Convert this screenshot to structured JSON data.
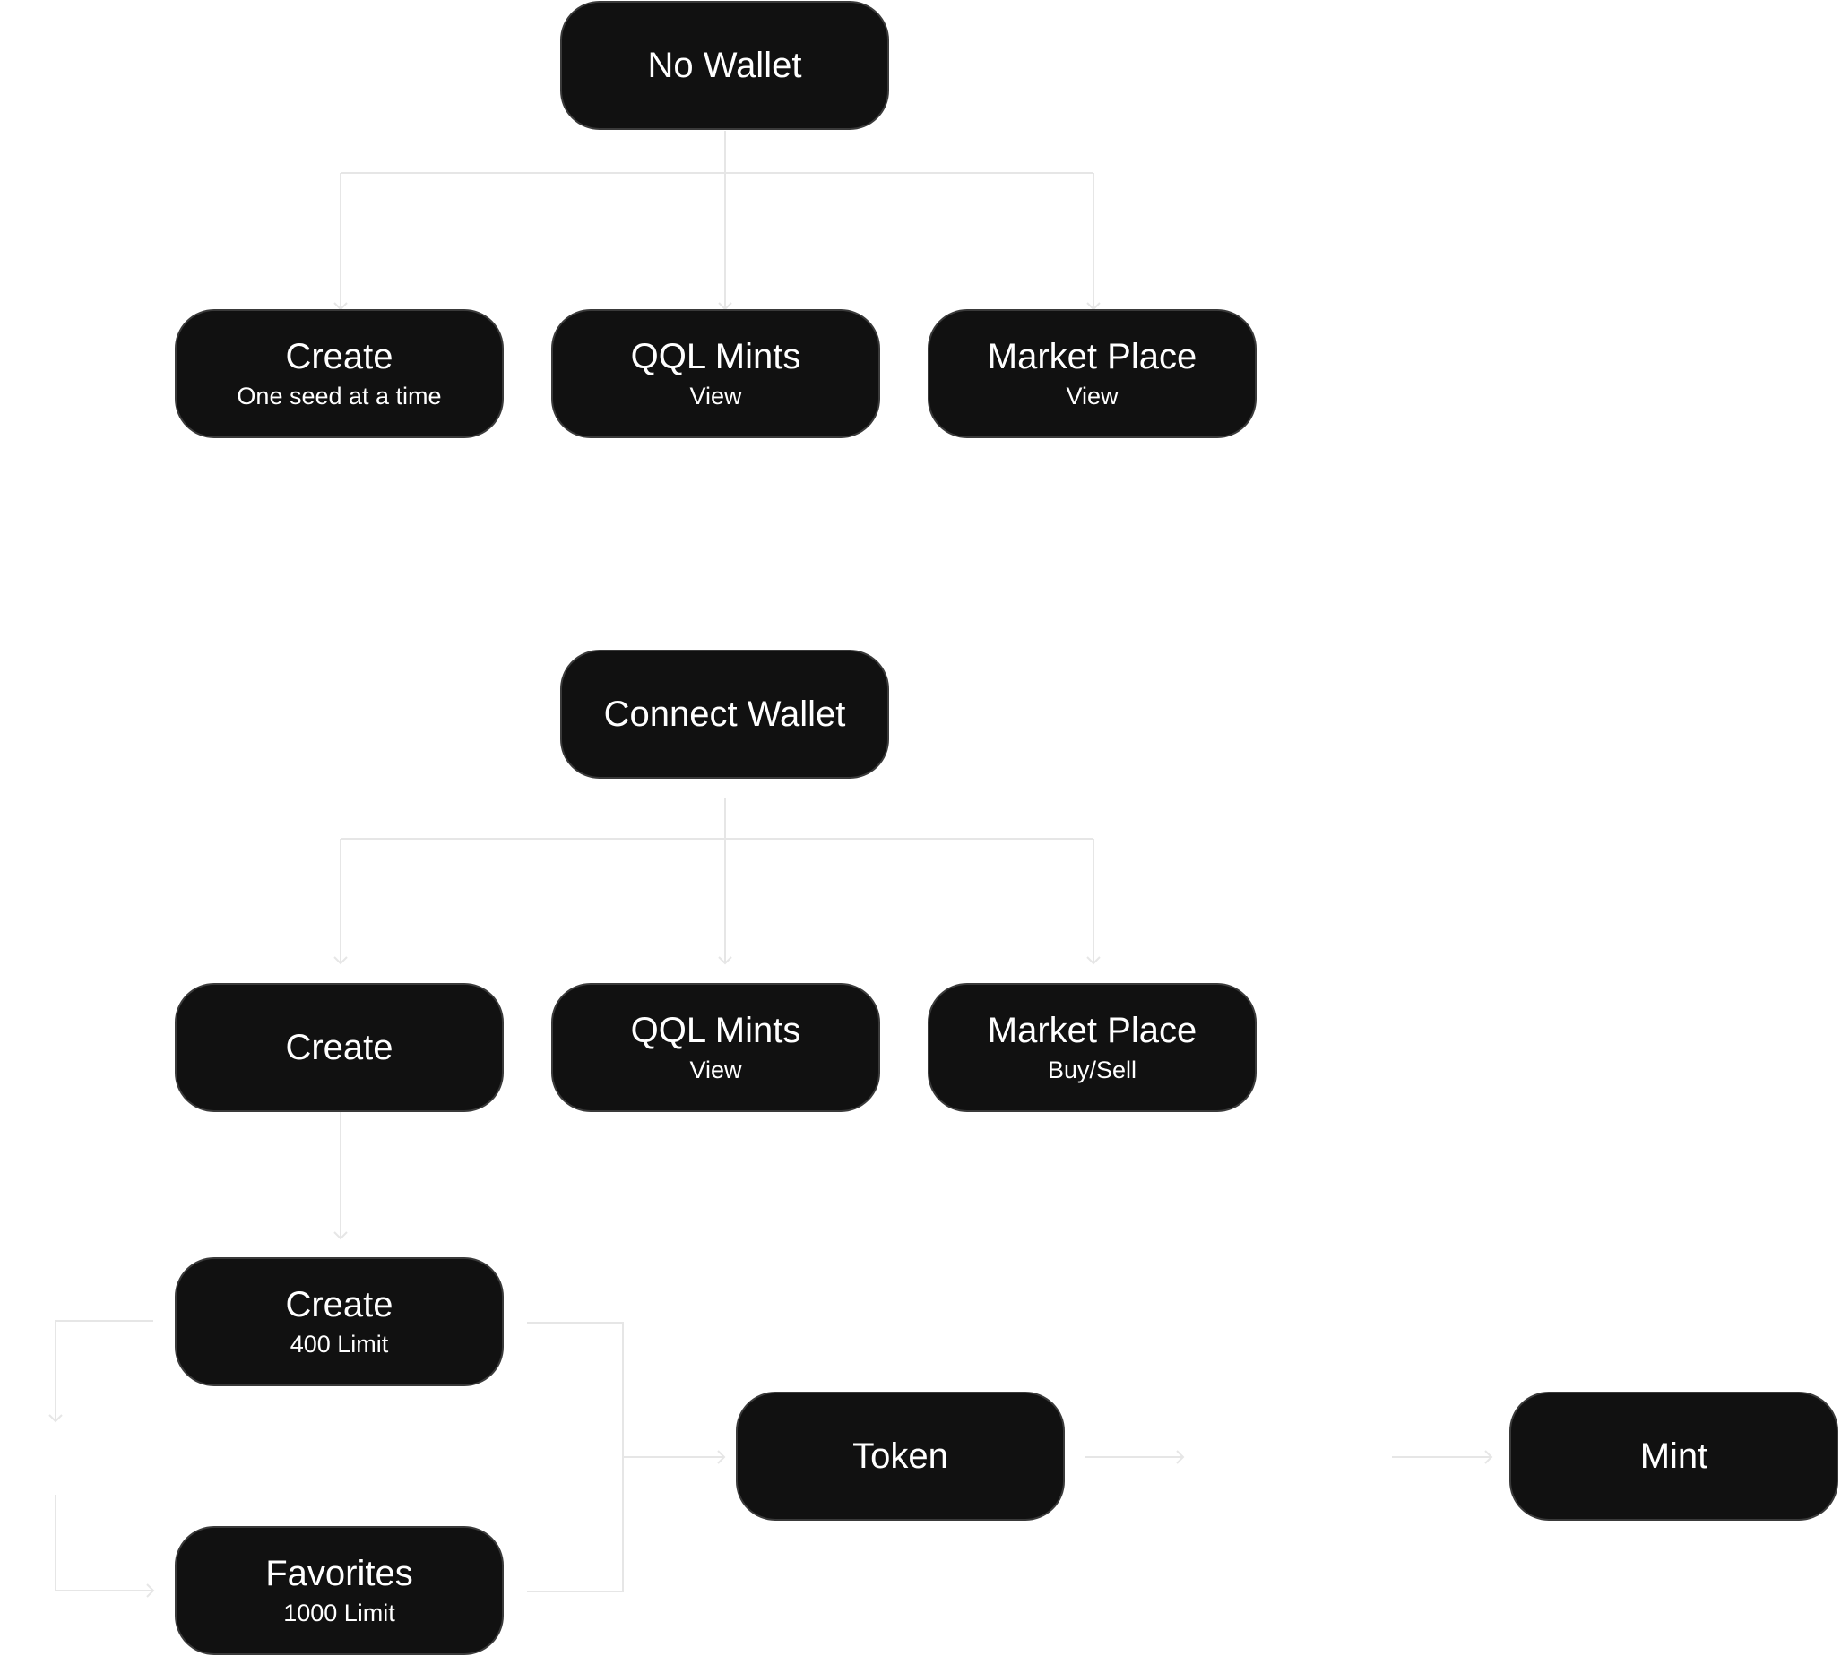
{
  "colors": {
    "node_fill": "#111111",
    "node_border": "#3a3a3a",
    "text": "#ffffff",
    "connector": "#e6e6e6",
    "background": "#ffffff"
  },
  "no_wallet": {
    "root": {
      "title": "No Wallet"
    },
    "create": {
      "title": "Create",
      "subtitle": "One seed at a time"
    },
    "qql_mints": {
      "title": "QQL Mints",
      "subtitle": "View"
    },
    "market_place": {
      "title": "Market Place",
      "subtitle": "View"
    }
  },
  "connect_wallet": {
    "root": {
      "title": "Connect Wallet"
    },
    "create": {
      "title": "Create"
    },
    "qql_mints": {
      "title": "QQL Mints",
      "subtitle": "View"
    },
    "market_place": {
      "title": "Market Place",
      "subtitle": "Buy/Sell"
    },
    "create_limit": {
      "title": "Create",
      "subtitle": "400 Limit"
    },
    "favorites": {
      "title": "Favorites",
      "subtitle": "1000 Limit"
    },
    "token": {
      "title": "Token"
    },
    "mint": {
      "title": "Mint"
    }
  }
}
